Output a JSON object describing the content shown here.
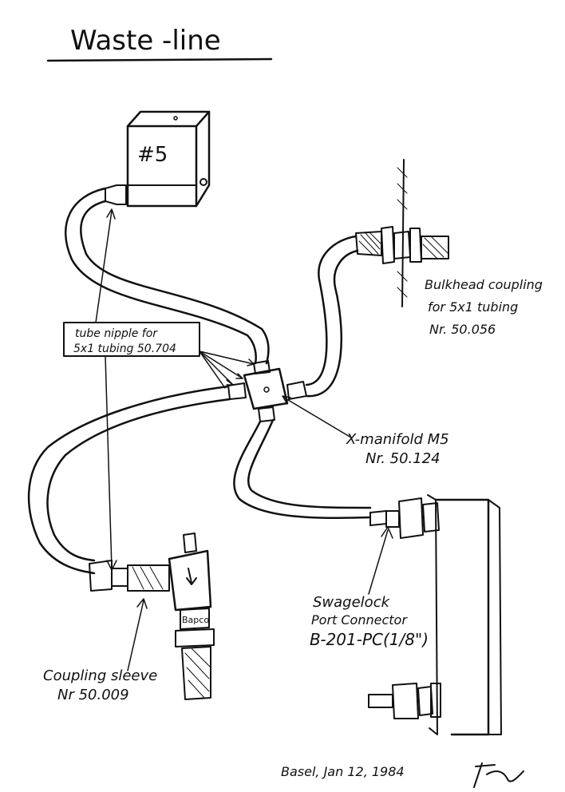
{
  "title": "Waste -line",
  "box_label": "#5",
  "labels": {
    "tube_nipple_1": "tube nipple for",
    "tube_nipple_2": "5x1 tubing 50.704",
    "bulkhead_1": "Bulkhead coupling",
    "bulkhead_2": "for 5x1 tubing",
    "bulkhead_3": "Nr. 50.056",
    "manifold_1": "X-manifold M5",
    "manifold_2": "Nr. 50.124",
    "swagelok_1": "Swagelock",
    "swagelok_2": "Port Connector",
    "swagelok_3": "B-201-PC(1/8\")",
    "sleeve_1": "Coupling sleeve",
    "sleeve_2": "Nr 50.009",
    "valve_tag": "Bapco"
  },
  "signature": "Basel, Jan 12, 1984"
}
